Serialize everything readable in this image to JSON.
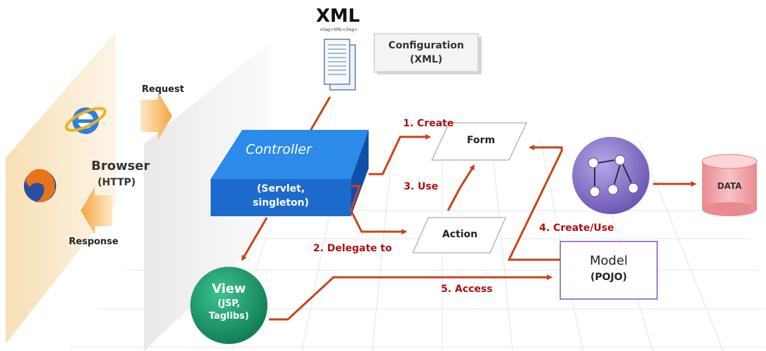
{
  "browser": {
    "label": "Browser",
    "protocol": "(HTTP)",
    "request_label": "Request",
    "response_label": "Response",
    "icons": [
      "ie-icon",
      "firefox-icon"
    ]
  },
  "xml": {
    "title": "XML",
    "tag_text": "<tag>XML</tag>",
    "config_line1": "Configuration",
    "config_line2": "(XML)"
  },
  "controller": {
    "title": "Controller",
    "line1": "(Servlet,",
    "line2": "singleton)"
  },
  "view": {
    "title": "View",
    "line1": "(JSP,",
    "line2": "Taglibs)"
  },
  "form": {
    "label": "Form"
  },
  "action": {
    "label": "Action"
  },
  "model": {
    "title": "Model",
    "subtitle": "(POJO)"
  },
  "data": {
    "label": "DATA"
  },
  "steps": {
    "create": "1. Create",
    "delegate": "2. Delegate to",
    "use": "3. Use",
    "create_use": "4. Create/Use",
    "access": "5. Access"
  },
  "colors": {
    "arrow": "#c8441a",
    "step_text": "#b01010",
    "controller": "#1f6fd0",
    "view": "#1a9a6a",
    "model_border": "#7b58b8",
    "pojo_circle": "#8a74c8",
    "data_cylinder": "#f2a8ac"
  }
}
